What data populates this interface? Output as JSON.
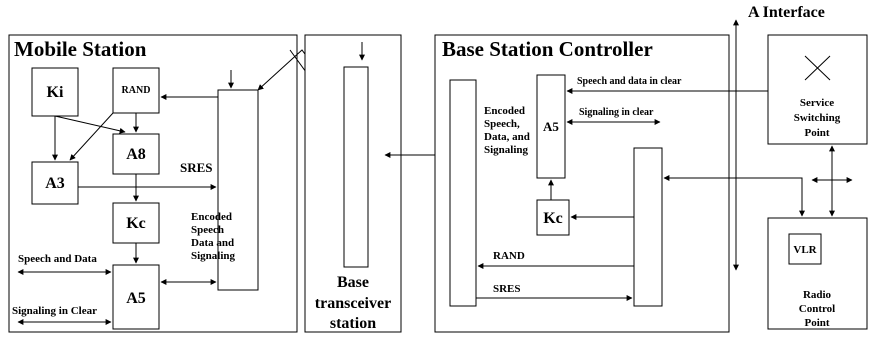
{
  "mobile_station": {
    "title": "Mobile Station",
    "ki": "Ki",
    "rand": "RAND",
    "a8": "A8",
    "a3": "A3",
    "kc": "Kc",
    "a5": "A5",
    "sres": "SRES",
    "encoded_lines": [
      "Encoded",
      "Speech",
      "Data and",
      "Signaling"
    ],
    "speech_and_data": "Speech and Data",
    "signaling_in_clear": "Signaling in Clear"
  },
  "bts": {
    "title_lines": [
      "Base",
      "transceiver",
      "station"
    ]
  },
  "bsc": {
    "title": "Base Station Controller",
    "encoded_lines": [
      "Encoded",
      "Speech,",
      "Data, and",
      "Signaling"
    ],
    "a5": "A5",
    "kc": "Kc",
    "speech_clear": "Speech and data in clear",
    "signaling_clear": "Signaling in clear",
    "rand": "RAND",
    "sres": "SRES"
  },
  "a_interface": "A Interface",
  "ssp": {
    "lines": [
      "Service",
      "Switching",
      "Point"
    ]
  },
  "rcp": {
    "vlr": "VLR",
    "lines": [
      "Radio",
      "Control",
      "Point"
    ]
  }
}
